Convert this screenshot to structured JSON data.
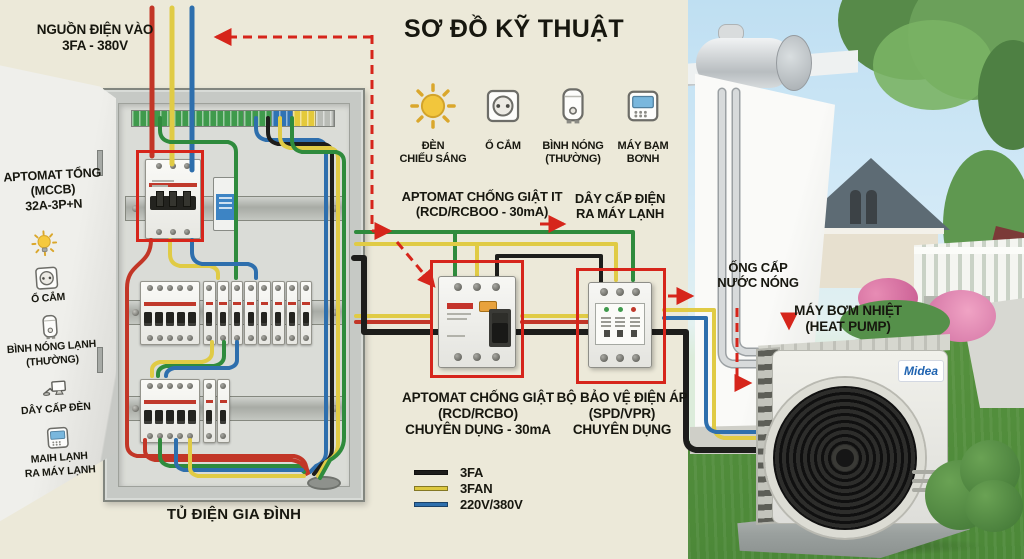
{
  "title": "SƠ ĐỒ KỸ THUẬT",
  "source_label": {
    "line1": "NGUỒN ĐIỆN VÀO",
    "line2": "3FA - 380V"
  },
  "main_breaker_label": {
    "line1": "APTOMAT TỔNG",
    "line2": "(MCCB)",
    "line3": "32A-3P+N"
  },
  "door_items": [
    {
      "icon": "lightbulb-icon",
      "lines": []
    },
    {
      "icon": "socket-icon",
      "lines": [
        "Ổ CẮM"
      ]
    },
    {
      "icon": "water-heater-icon",
      "lines": [
        "BÌNH NÓNG LẠNH",
        "(THƯỜNG)"
      ]
    },
    {
      "icon": "desk-lamp-icon",
      "lines": [
        "DÂY CẤP ĐÈN"
      ]
    },
    {
      "icon": "control-panel-icon",
      "lines": [
        "MAIH LẠNH",
        "RA MÁY LẠNH"
      ]
    }
  ],
  "equipment_icons": [
    {
      "icon": "sun-icon",
      "lines": [
        "ĐÈN",
        "CHIẾU SÁNG"
      ]
    },
    {
      "icon": "socket-icon",
      "lines": [
        "Ổ CẮM"
      ]
    },
    {
      "icon": "water-heater-icon",
      "lines": [
        "BÌNH NÓNG",
        "(THƯỜNG)"
      ]
    },
    {
      "icon": "pump-panel-icon",
      "lines": [
        "MÁY BẠM",
        "BƠNH"
      ]
    }
  ],
  "rcd_it_label": {
    "line1": "APTOMAT CHỐNG GIẬT IT",
    "line2": "(RCD/RCBOO - 30mA)"
  },
  "ac_supply_label": {
    "line1": "DÂY CẤP ĐIỆN",
    "line2": "RA MÁY LẠNH"
  },
  "rcd_label": {
    "line1": "APTOMAT CHỐNG GIẬT",
    "line2": "(RCD/RCBO)",
    "line3": "CHUYÊN DỤNG - 30mA"
  },
  "spd_label": {
    "line1": "BỘ BẢO VỆ ĐIỆN ÁP",
    "line2": "(SPD/VPR)",
    "line3": "CHUYÊN DỤNG"
  },
  "hot_water_label": {
    "line1": "ỐNG CẤP",
    "line2": "NƯỚC NÓNG"
  },
  "heat_pump_label": {
    "line1": "MÁY BƠM NHIỆT",
    "line2": "(HEAT PUMP)"
  },
  "cabinet_caption": "TỦ ĐIỆN GIA ĐÌNH",
  "legend": {
    "entries": [
      {
        "color": "#1d1d1b",
        "label": "3FA"
      },
      {
        "color": "#ddc83f",
        "label": "3FAN"
      },
      {
        "color": "#2e6fad",
        "label": "220V/380V"
      }
    ]
  },
  "brand": "Midea",
  "colors": {
    "accent_red": "#d6251b",
    "wire_red": "#c23627",
    "wire_yellow": "#e0cb45",
    "wire_blue": "#2e6fad",
    "wire_green": "#2f8b3d",
    "wire_black": "#1d1d1b",
    "background": "#ece9d9"
  }
}
